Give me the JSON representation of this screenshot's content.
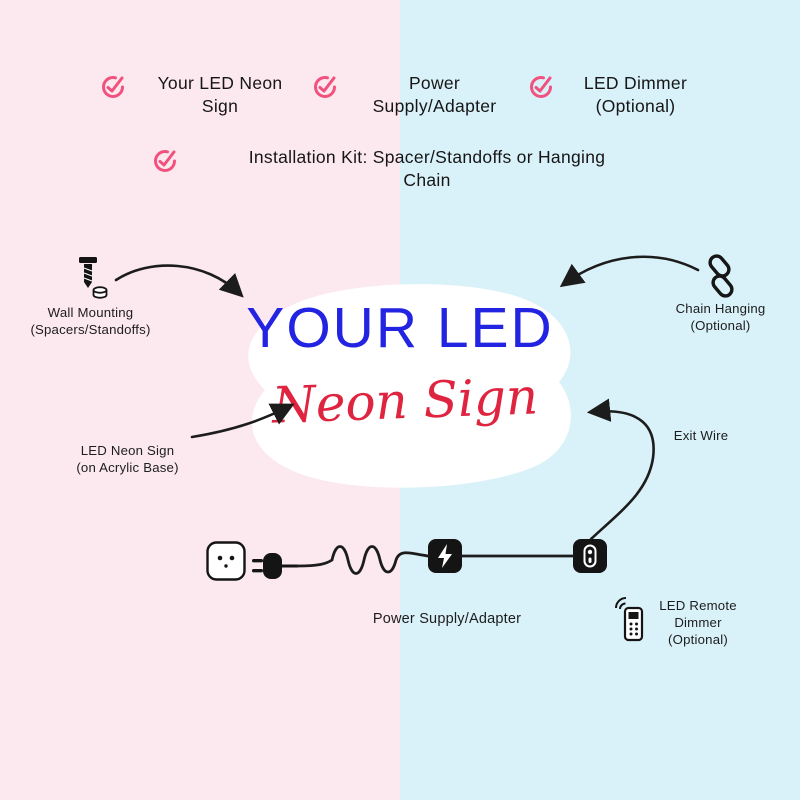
{
  "colors": {
    "pink_bg": "#fce9f0",
    "blue_bg": "#d9f1f8",
    "accent_pink": "#f2517e",
    "sign_blue": "#2323e2",
    "sign_red": "#df2440",
    "ink": "#161616"
  },
  "checklist": [
    {
      "label": "Your LED Neon\nSign"
    },
    {
      "label": "Power\nSupply/Adapter"
    },
    {
      "label": "LED Dimmer\n(Optional)"
    },
    {
      "label": "Installation Kit: Spacer/Standoffs or Hanging\nChain"
    }
  ],
  "sign": {
    "title": "YOUR LED",
    "subtitle": "Neon Sign"
  },
  "callouts": {
    "wall_mounting": "Wall Mounting\n(Spacers/Standoffs)",
    "chain_hanging": "Chain Hanging\n(Optional)",
    "led_neon_sign": "LED Neon Sign\n(on Acrylic Base)",
    "exit_wire": "Exit Wire",
    "power_supply": "Power Supply/Adapter",
    "remote_dimmer": "LED Remote\nDimmer\n(Optional)"
  }
}
